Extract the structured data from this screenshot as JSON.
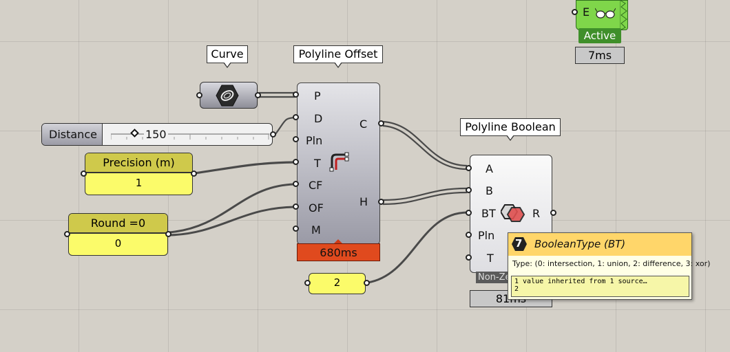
{
  "status_widget": {
    "input_label": "E",
    "status": "Active",
    "timer": "7ms",
    "accent": "#6ccc3a"
  },
  "params": {
    "curve": {
      "label": "Curve"
    },
    "distance": {
      "label": "Distance",
      "value": "150",
      "fraction": 0.18
    },
    "precision": {
      "label": "Precision (m)",
      "value": "1"
    },
    "round": {
      "label": "Round =0",
      "value": "0"
    },
    "bt_input": {
      "value": "2"
    }
  },
  "polyline_offset": {
    "title": "Polyline Offset",
    "inputs": [
      "P",
      "D",
      "Pln",
      "T",
      "CF",
      "OF",
      "M"
    ],
    "outputs": [
      "C",
      "H"
    ],
    "timer": "680ms",
    "timer_color": "#e0401a"
  },
  "polyline_boolean": {
    "title": "Polyline Boolean",
    "inputs": [
      "A",
      "B",
      "BT",
      "Pln",
      "T"
    ],
    "outputs": [
      "R"
    ],
    "footer": "Non-Ze",
    "timer": "81ms"
  },
  "tooltip": {
    "badge": "7",
    "title": "BooleanType (BT)",
    "type_line": "Type: (0: intersection, 1: union, 2: difference, 3: xor)",
    "info_line1": "1 value inherited from 1 source…",
    "info_line2": "2"
  }
}
